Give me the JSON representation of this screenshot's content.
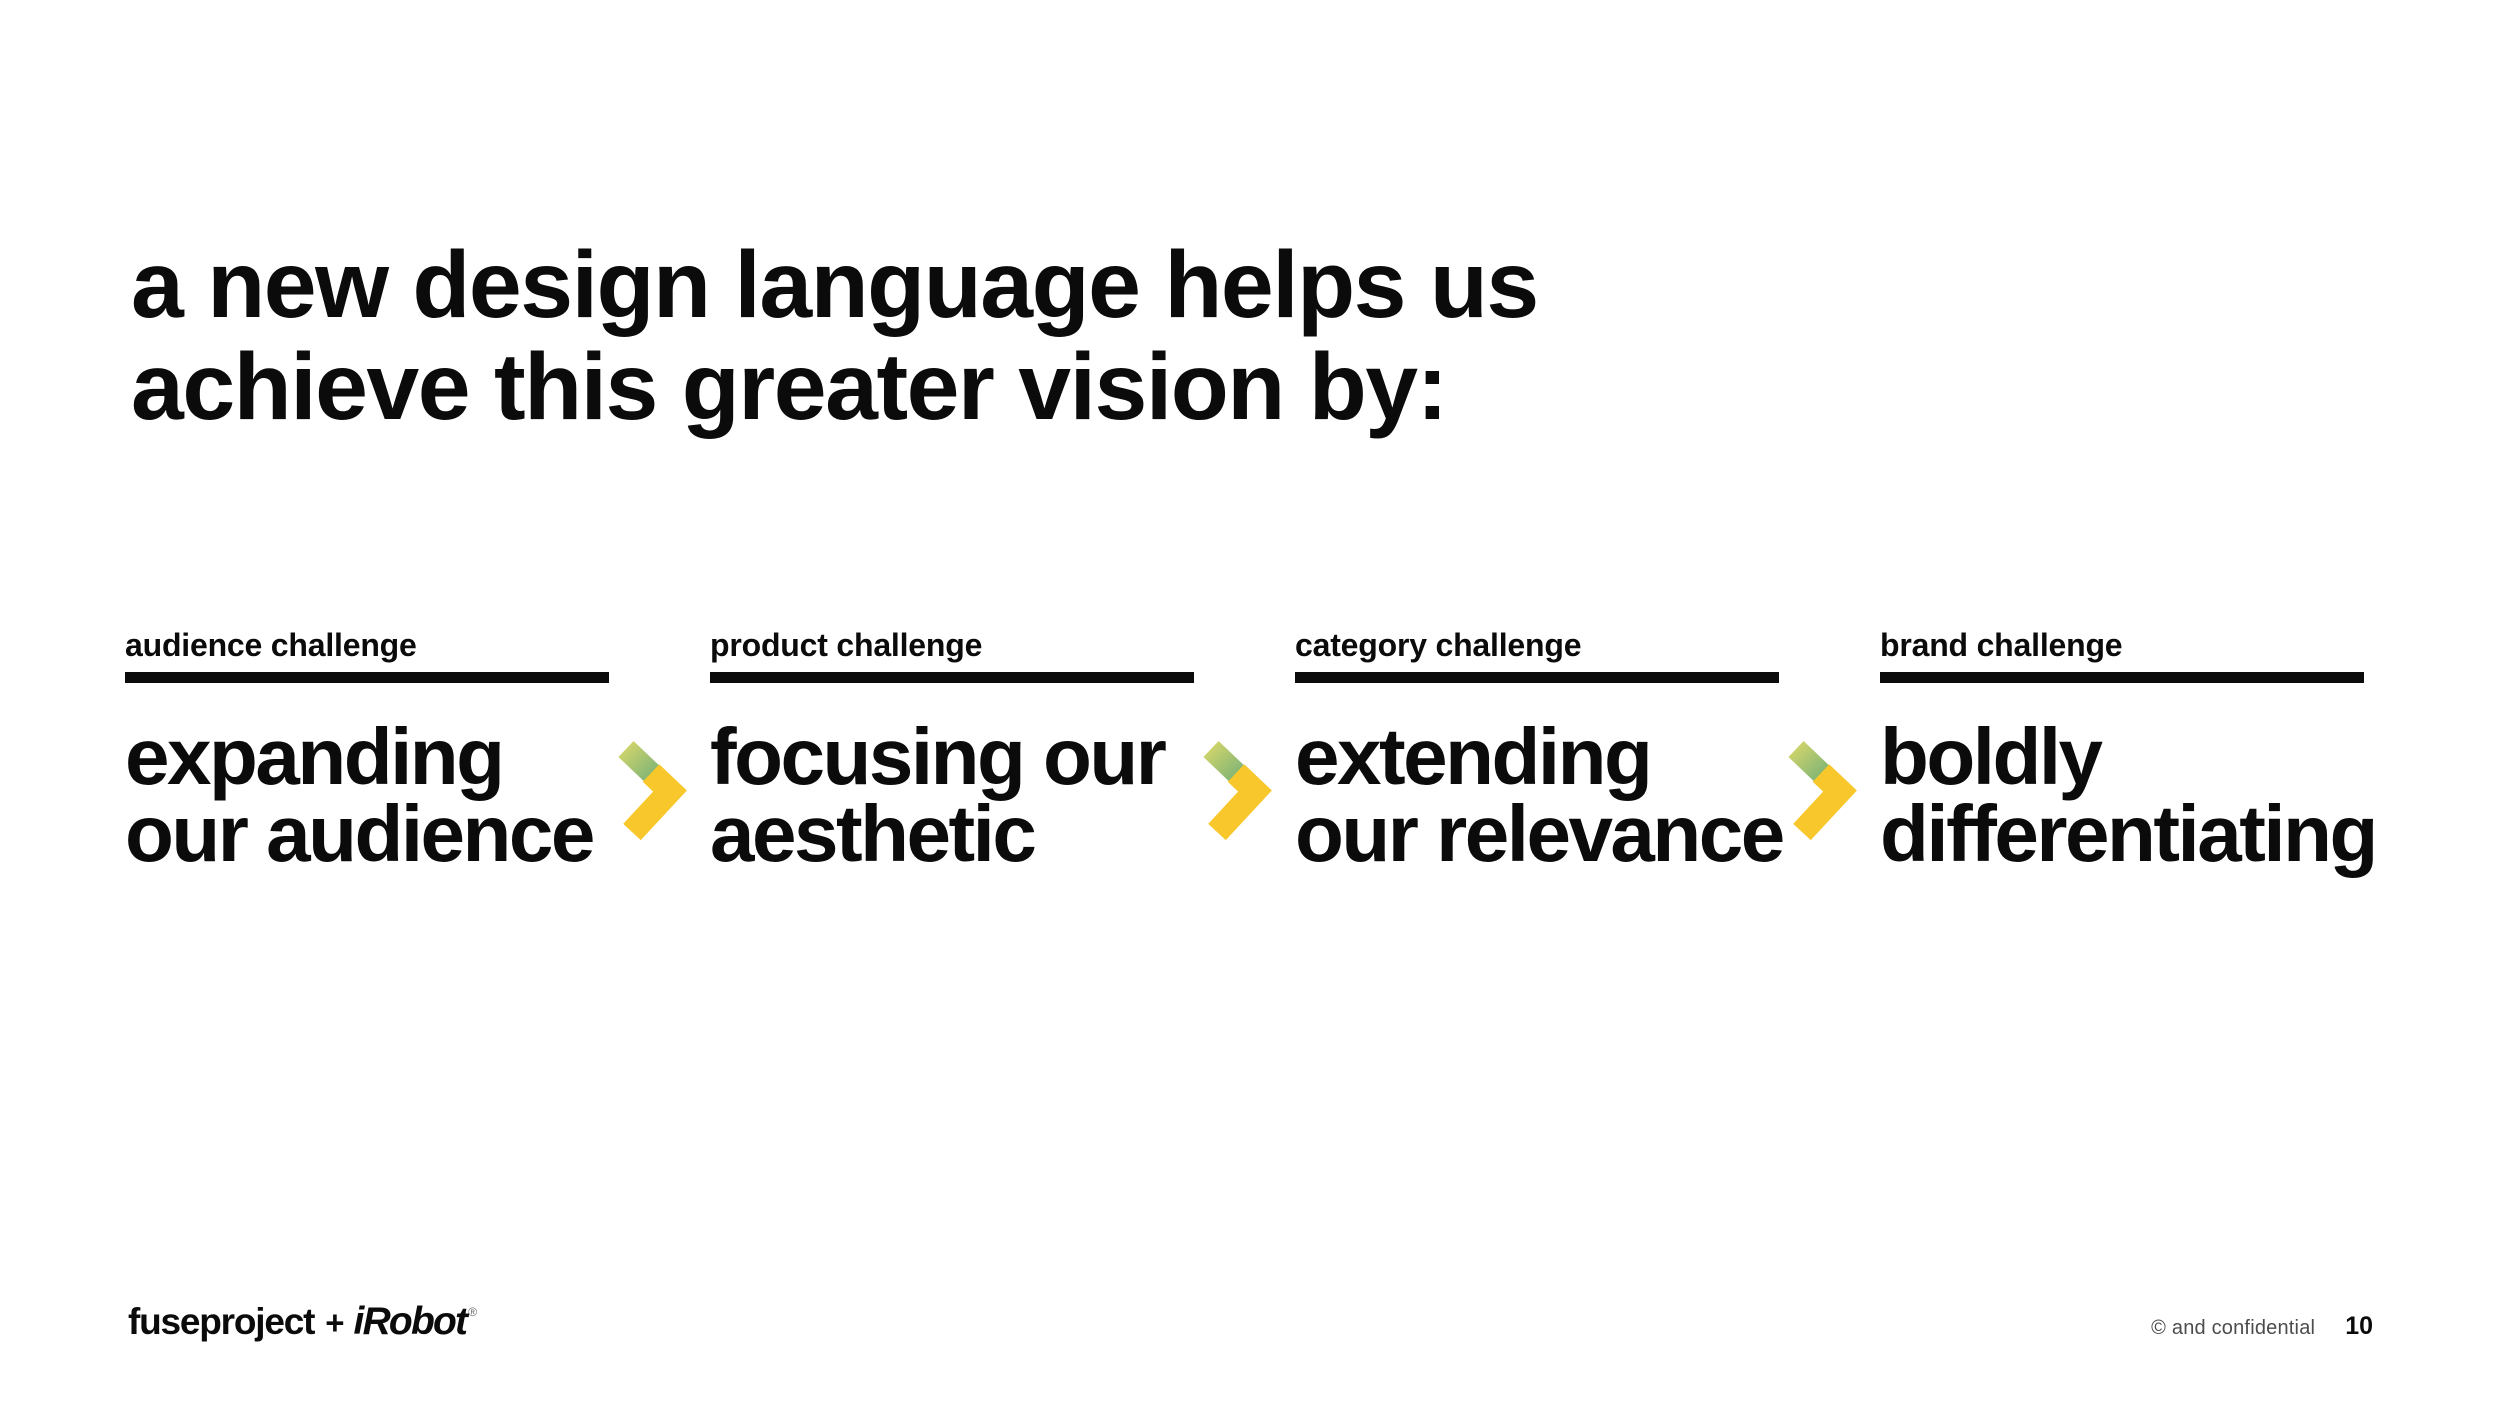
{
  "title": {
    "line1": "a new design language helps us",
    "line2": "achieve this greater vision by:"
  },
  "columns": [
    {
      "label": "audience challenge",
      "heading_line1": "expanding",
      "heading_line2": "our audience"
    },
    {
      "label": "product challenge",
      "heading_line1": "focusing our",
      "heading_line2": "aesthetic"
    },
    {
      "label": "category challenge",
      "heading_line1": "extending",
      "heading_line2": "our relevance"
    },
    {
      "label": "brand challenge",
      "heading_line1": "boldly",
      "heading_line2": "differentiating"
    }
  ],
  "arrows": {
    "icon": "chevron-right",
    "count": 3
  },
  "footer": {
    "fuseproject": "fuseproject",
    "plus": "+",
    "irobot": "iRobot",
    "registered": "®",
    "confidential": "© and confidential",
    "page_number": "10"
  },
  "colors": {
    "ink": "#0b0b0b",
    "arrow_yellow": "#f8c72b",
    "arrow_green_start": "#cbd26c",
    "arrow_green_end": "#74b077",
    "footer_gray": "#4c4c4e",
    "background": "#ffffff"
  }
}
